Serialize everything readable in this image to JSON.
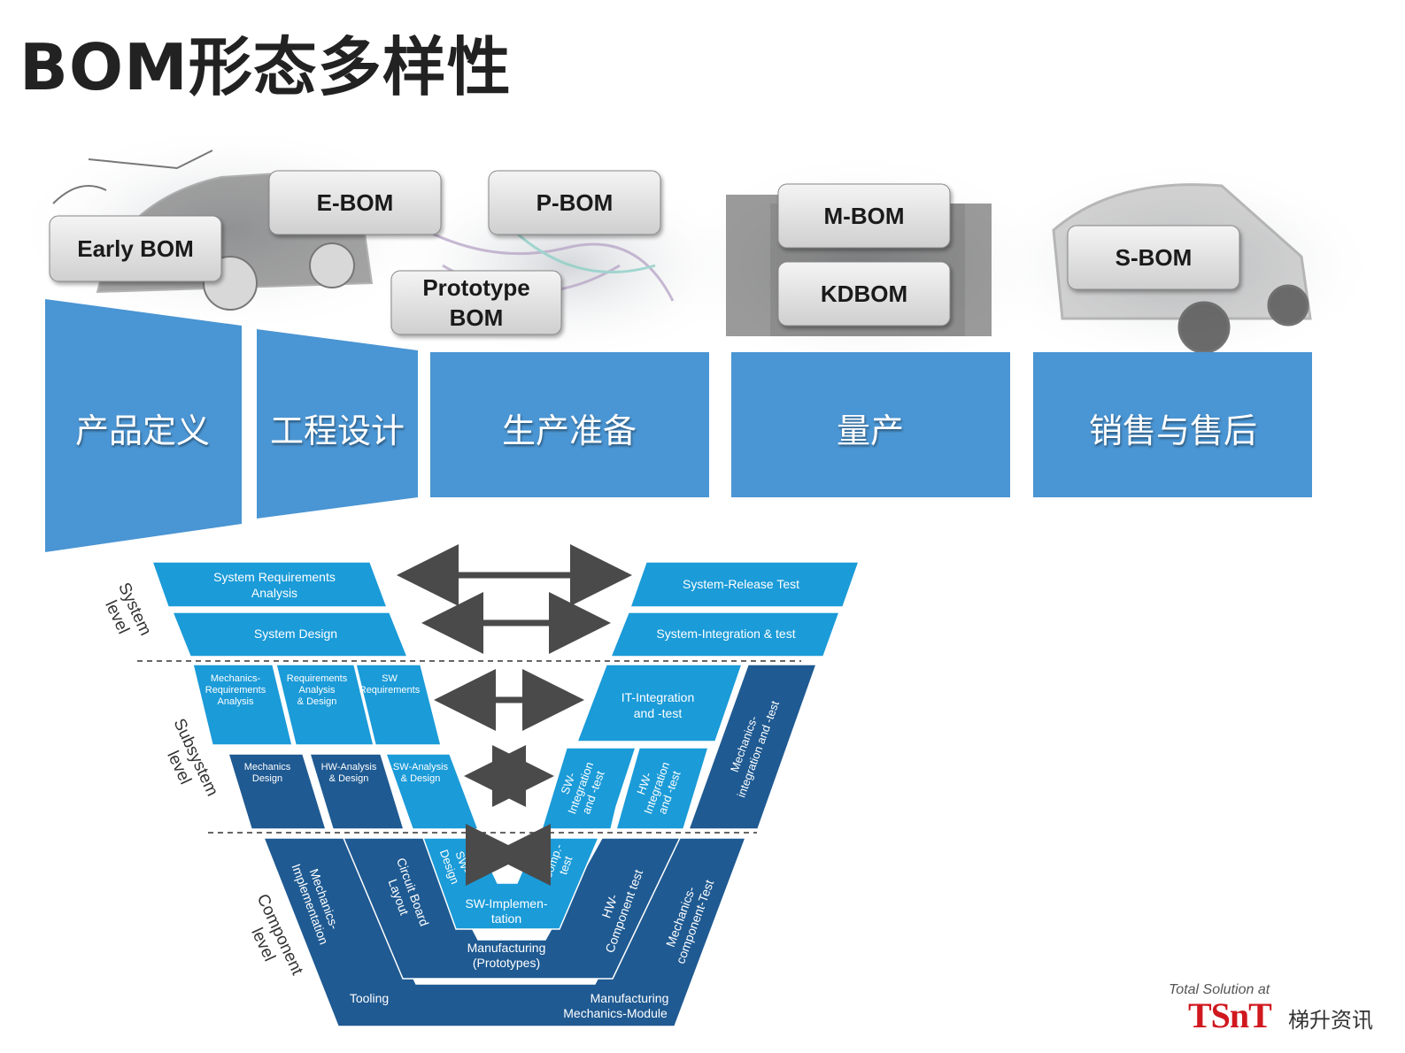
{
  "title": "BOM形态多样性",
  "bom_types": {
    "early": "Early BOM",
    "ebom": "E-BOM",
    "pbom": "P-BOM",
    "prototype_line1": "Prototype",
    "prototype_line2": "BOM",
    "mbom": "M-BOM",
    "kdbom": "KDBOM",
    "sbom": "S-BOM"
  },
  "phases": {
    "p1": "产品定义",
    "p2": "工程设计",
    "p3": "生产准备",
    "p4": "量产",
    "p5": "销售与售后"
  },
  "levels": {
    "system_1": "System",
    "system_2": "level",
    "subsystem_1": "Subsystem",
    "subsystem_2": "level",
    "component_1": "Component",
    "component_2": "level"
  },
  "vmodel": {
    "sys_req_1": "System Requirements",
    "sys_req_2": "Analysis",
    "sys_design": "System  Design",
    "sys_release": "System-Release Test",
    "sys_integration": "System-Integration & test",
    "mech_req_1": "Mechanics-",
    "mech_req_2": "Requirements",
    "mech_req_3": "Analysis",
    "req_ad_1": "Requirements",
    "req_ad_2": "Analysis",
    "req_ad_3": "& Design",
    "sw_req_1": "SW",
    "sw_req_2": "Requirements",
    "it_int_1": "IT-Integration",
    "it_int_2": "and -test",
    "mech_design_1": "Mechanics",
    "mech_design_2": "Design",
    "hw_ad_1": "HW-Analysis",
    "hw_ad_2": "& Design",
    "sw_ad_1": "SW-Analysis",
    "sw_ad_2": "& Design",
    "sw_int_1": "SW-",
    "sw_int_2": "Integration",
    "sw_int_3": "and -test",
    "hw_int_1": "HW-",
    "hw_int_2": "Integration",
    "hw_int_3": "and -test",
    "mech_int_1": "Mechanics-",
    "mech_int_2": "integration and -test",
    "sw_design_1": "SW-",
    "sw_design_2": "Design",
    "sw_comp_1": "SW-",
    "sw_comp_2": "comp.-",
    "sw_comp_3": "test",
    "sw_impl_1": "SW-Implemen-",
    "sw_impl_2": "tation",
    "mfg_proto_1": "Manufacturing",
    "mfg_proto_2": "(Prototypes)",
    "circuit_1": "Circuit Board",
    "circuit_2": "Layout",
    "hw_comp_1": "HW-",
    "hw_comp_2": "Component test",
    "mech_impl_1": "Mechanics-",
    "mech_impl_2": "Implementation",
    "mech_comp_1": "Mechanics-",
    "mech_comp_2": "component-Test",
    "tooling": "Tooling",
    "mfg_mech_1": "Manufacturing",
    "mfg_mech_2": "Mechanics-Module"
  },
  "credit": {
    "small": "Total Solution at",
    "logo": "TSnT",
    "cn": "梯升资讯"
  },
  "colors": {
    "phase_blue": "#4a95d3",
    "v_light": "#1b9bd8",
    "v_dark": "#1f5a92",
    "arrow": "#4a4a4a"
  }
}
